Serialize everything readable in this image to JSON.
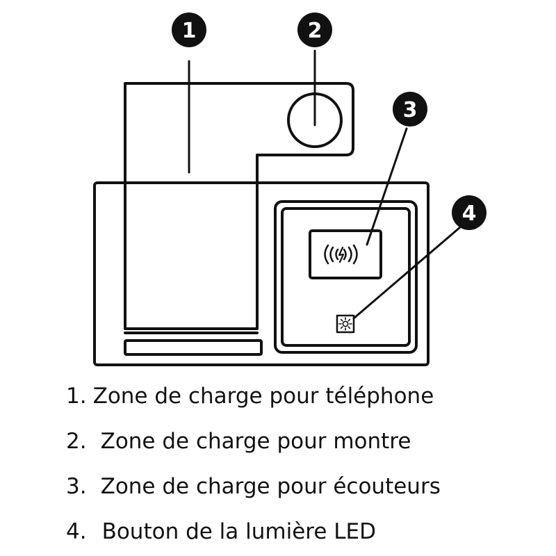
{
  "callouts": [
    {
      "number": "1"
    },
    {
      "number": "2"
    },
    {
      "number": "3"
    },
    {
      "number": "4"
    }
  ],
  "legend": [
    {
      "number": "1.",
      "text": "Zone de charge pour téléphone"
    },
    {
      "number": "2.",
      "text": "Zone de charge pour montre"
    },
    {
      "number": "3.",
      "text": "Zone de charge pour écouteurs"
    },
    {
      "number": "4.",
      "text": "Bouton de la lumière LED"
    }
  ],
  "icons": {
    "wireless_charging": "wireless-charging-icon",
    "led_light": "led-light-icon"
  },
  "colors": {
    "line": "#111111",
    "background": "#ffffff"
  }
}
